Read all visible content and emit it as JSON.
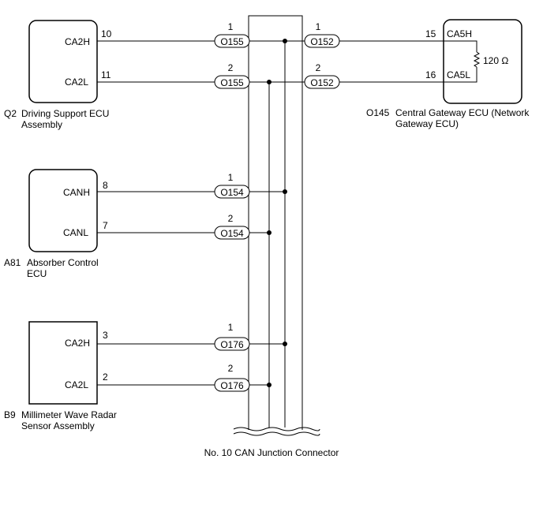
{
  "ecus": [
    {
      "id": "Q2",
      "name_line1": "Driving Support ECU",
      "name_line2": "Assembly",
      "pins": [
        {
          "label": "CA2H",
          "pin": "10",
          "conn_pin": "1",
          "conn": "O155"
        },
        {
          "label": "CA2L",
          "pin": "11",
          "conn_pin": "2",
          "conn": "O155"
        }
      ]
    },
    {
      "id": "A81",
      "name_line1": "Absorber Control",
      "name_line2": "ECU",
      "pins": [
        {
          "label": "CANH",
          "pin": "8",
          "conn_pin": "1",
          "conn": "O154"
        },
        {
          "label": "CANL",
          "pin": "7",
          "conn_pin": "2",
          "conn": "O154"
        }
      ]
    },
    {
      "id": "B9",
      "name_line1": "Millimeter Wave Radar",
      "name_line2": "Sensor Assembly",
      "pins": [
        {
          "label": "CA2H",
          "pin": "3",
          "conn_pin": "1",
          "conn": "O176"
        },
        {
          "label": "CA2L",
          "pin": "2",
          "conn_pin": "2",
          "conn": "O176"
        }
      ]
    }
  ],
  "gateway": {
    "id": "O145",
    "name_line1": "Central Gateway ECU (Network",
    "name_line2": "Gateway ECU)",
    "resistor": "120 Ω",
    "pins": [
      {
        "label": "CA5H",
        "pin": "15",
        "conn_pin": "1",
        "conn": "O152"
      },
      {
        "label": "CA5L",
        "pin": "16",
        "conn_pin": "2",
        "conn": "O152"
      }
    ]
  },
  "junction": {
    "label": "No. 10 CAN Junction Connector"
  }
}
